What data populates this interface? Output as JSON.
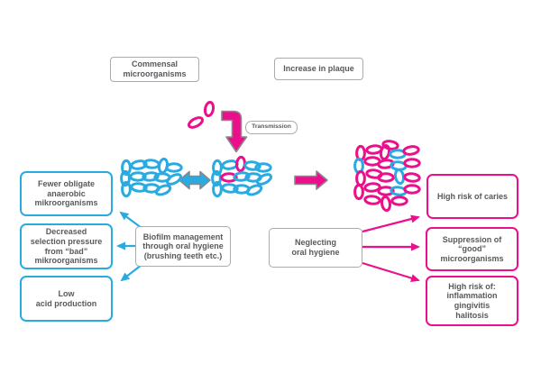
{
  "colors": {
    "blue": "#29abe2",
    "pink": "#ec0f8c",
    "gray_border": "#a9abae",
    "arrow_outline": "#87898b",
    "text": "#58595b"
  },
  "boxes": {
    "commensal": {
      "label": "Commensal\nmicroorganisms"
    },
    "increase_plaque": {
      "label": "Increase in plaque"
    },
    "transmission": {
      "label": "Transmission"
    },
    "fewer_obligate": {
      "label": "Fewer obligate\nanaerobic\nmikroorganisms"
    },
    "decreased_selection": {
      "label": "Decreased\nselection pressure\nfrom “bad”\nmikroorganisms"
    },
    "low_acid": {
      "label": "Low\nacid production"
    },
    "biofilm": {
      "label": "Biofilm management\nthrough oral hygiene\n(brushing teeth etc.)"
    },
    "neglecting": {
      "label": "Neglecting\noral hygiene"
    },
    "caries": {
      "label": "High risk of caries"
    },
    "suppression": {
      "label": "Suppression of\n“good”\nmicroorganisms"
    },
    "inflammation": {
      "label": "High risk of:\ninflammation\ngingivitis\nhalitosis"
    }
  },
  "clusters": [
    {
      "name": "transmission-bacteria",
      "ovals": [
        [
          217,
          136,
          "h",
          "pink",
          -28
        ],
        [
          232,
          121,
          "v",
          "pink",
          10
        ]
      ]
    },
    {
      "name": "cluster-commensal-bacteria",
      "ovals": [
        [
          140,
          186,
          "v",
          "blue",
          0
        ],
        [
          154,
          183,
          "h",
          "blue",
          -8
        ],
        [
          168,
          182,
          "h",
          "blue",
          5
        ],
        [
          181,
          184,
          "v",
          "blue",
          10
        ],
        [
          193,
          186,
          "h",
          "blue",
          0
        ],
        [
          139,
          198,
          "v",
          "blue",
          0
        ],
        [
          153,
          196,
          "h",
          "blue",
          0
        ],
        [
          167,
          196,
          "h",
          "blue",
          -5
        ],
        [
          180,
          197,
          "h",
          "blue",
          0
        ],
        [
          193,
          199,
          "h",
          "blue",
          -28
        ],
        [
          140,
          210,
          "v",
          "blue",
          0
        ],
        [
          154,
          208,
          "h",
          "blue",
          5
        ],
        [
          168,
          209,
          "h",
          "blue",
          0
        ],
        [
          181,
          211,
          "h",
          "blue",
          -22
        ]
      ]
    },
    {
      "name": "cluster-mixed-bacteria",
      "ovals": [
        [
          241,
          186,
          "v",
          "blue",
          0
        ],
        [
          255,
          183,
          "h",
          "blue",
          -8
        ],
        [
          267,
          182,
          "v",
          "pink",
          5
        ],
        [
          280,
          184,
          "h",
          "blue",
          5
        ],
        [
          292,
          186,
          "h",
          "blue",
          0
        ],
        [
          240,
          198,
          "v",
          "blue",
          0
        ],
        [
          254,
          197,
          "h",
          "pink",
          0
        ],
        [
          268,
          196,
          "h",
          "blue",
          -5
        ],
        [
          281,
          197,
          "h",
          "blue",
          0
        ],
        [
          293,
          199,
          "h",
          "blue",
          -28
        ],
        [
          241,
          210,
          "v",
          "blue",
          0
        ],
        [
          255,
          209,
          "h",
          "blue",
          5
        ],
        [
          268,
          210,
          "h",
          "blue",
          0
        ],
        [
          282,
          211,
          "h",
          "blue",
          -22
        ]
      ]
    },
    {
      "name": "cluster-plaque-bacteria",
      "ovals": [
        [
          400,
          170,
          "v",
          "pink",
          0
        ],
        [
          415,
          166,
          "h",
          "pink",
          -6
        ],
        [
          433,
          161,
          "h",
          "pink",
          8
        ],
        [
          427,
          169,
          "v",
          "pink",
          12
        ],
        [
          441,
          171,
          "h",
          "blue",
          0
        ],
        [
          456,
          167,
          "h",
          "pink",
          -8
        ],
        [
          398,
          184,
          "v",
          "blue",
          0
        ],
        [
          413,
          179,
          "h",
          "pink",
          0
        ],
        [
          428,
          182,
          "h",
          "pink",
          -6
        ],
        [
          442,
          184,
          "h",
          "blue",
          5
        ],
        [
          457,
          181,
          "h",
          "pink",
          0
        ],
        [
          400,
          198,
          "v",
          "pink",
          0
        ],
        [
          415,
          193,
          "h",
          "pink",
          6
        ],
        [
          428,
          197,
          "h",
          "pink",
          0
        ],
        [
          443,
          196,
          "v",
          "blue",
          -10
        ],
        [
          457,
          197,
          "h",
          "pink",
          5
        ],
        [
          398,
          213,
          "v",
          "pink",
          0
        ],
        [
          413,
          208,
          "h",
          "pink",
          -5
        ],
        [
          428,
          212,
          "h",
          "pink",
          0
        ],
        [
          442,
          212,
          "h",
          "blue",
          6
        ],
        [
          457,
          210,
          "h",
          "pink",
          0
        ],
        [
          413,
          222,
          "h",
          "pink",
          5
        ],
        [
          428,
          226,
          "v",
          "pink",
          -8
        ],
        [
          443,
          223,
          "h",
          "pink",
          0
        ]
      ]
    }
  ]
}
